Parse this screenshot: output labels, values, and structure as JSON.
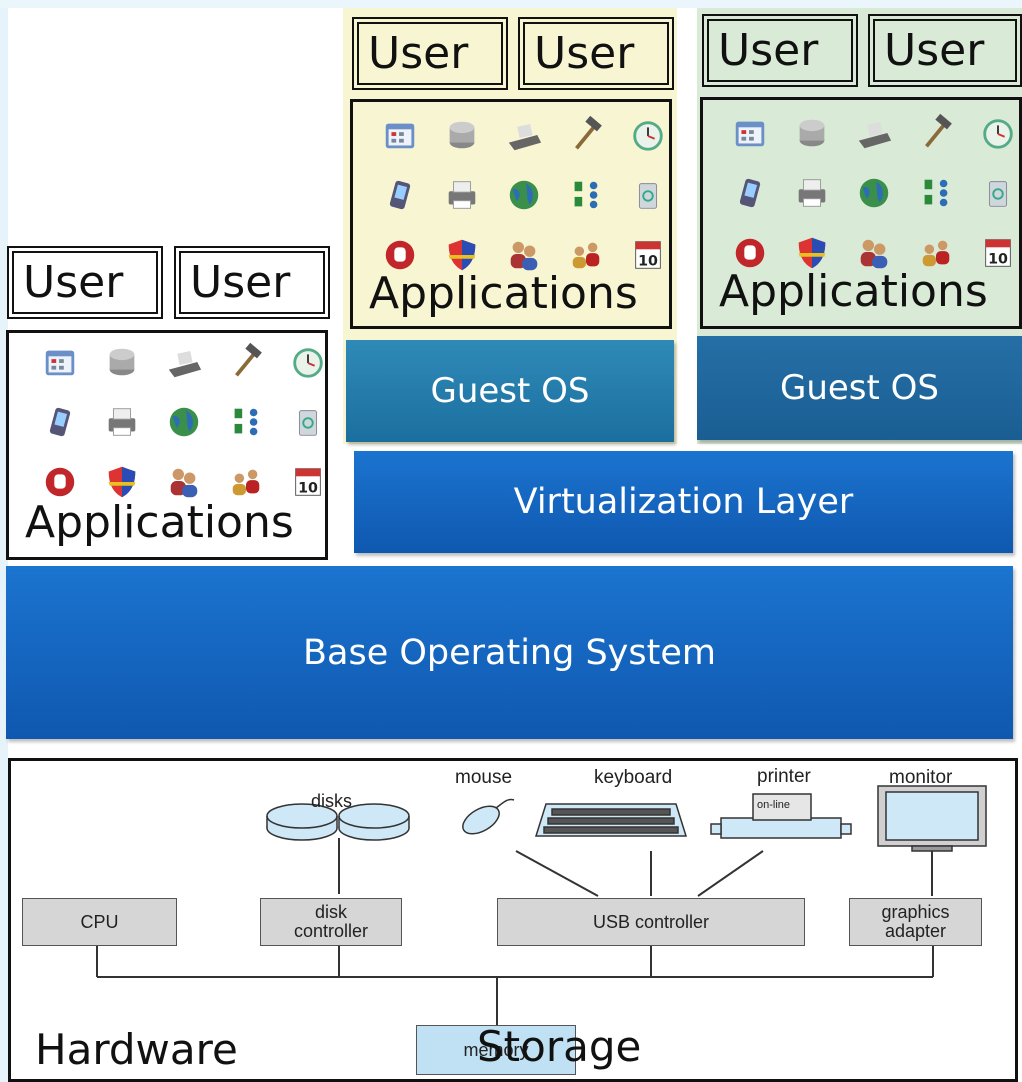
{
  "users": {
    "user_label": "User"
  },
  "apps": {
    "label": "Applications"
  },
  "layers": {
    "guest_os": "Guest OS",
    "virtualization": "Virtualization Layer",
    "base_os": "Base Operating System"
  },
  "hardware": {
    "title": "Hardware",
    "storage": "Storage",
    "memory": "memory",
    "cpu": "CPU",
    "disk_controller": "disk\ncontroller",
    "usb_controller": "USB controller",
    "graphics_adapter": "graphics\nadapter",
    "disks": "disks",
    "mouse": "mouse",
    "keyboard": "keyboard",
    "printer": "printer",
    "monitor": "monitor",
    "online": "on-line"
  },
  "colors": {
    "vm1_bg": "#f8f6d2",
    "vm2_bg": "#d9ead7",
    "blue_layer": "#1565c0",
    "component_gray": "#d6d6d6"
  },
  "icons": [
    "calendar-icon",
    "database-icon",
    "fax-icon",
    "hammer-icon",
    "clock-icon",
    "pda-icon",
    "printer-icon",
    "globe-icon",
    "network-icon",
    "recycle-bin-icon",
    "stop-icon",
    "shield-icon",
    "users-icon",
    "people-icon",
    "date-icon"
  ]
}
